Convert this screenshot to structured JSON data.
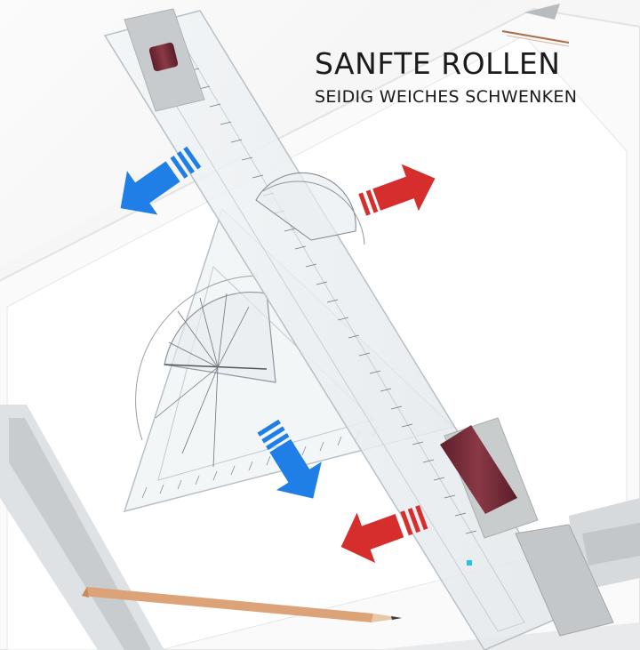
{
  "headline": {
    "title": "SANFTE ROLLEN",
    "subtitle": "SEIDIG WEICHES SCHWENKEN"
  },
  "colors": {
    "background": "#f4f4f4",
    "board": "#f7f7f7",
    "paper": "#ffffff",
    "ruler": "#e9edf0",
    "gray_rail": "#c9ccce",
    "handle": "#7a2e3b",
    "arrow_blue": "#1f7fe6",
    "arrow_red": "#d62d2d",
    "pencil_wood": "#dca278"
  },
  "arrows": [
    {
      "name": "blue-arrow-up-left",
      "color": "blue"
    },
    {
      "name": "red-arrow-right",
      "color": "red"
    },
    {
      "name": "blue-arrow-down",
      "color": "blue"
    },
    {
      "name": "red-arrow-left",
      "color": "red"
    }
  ]
}
